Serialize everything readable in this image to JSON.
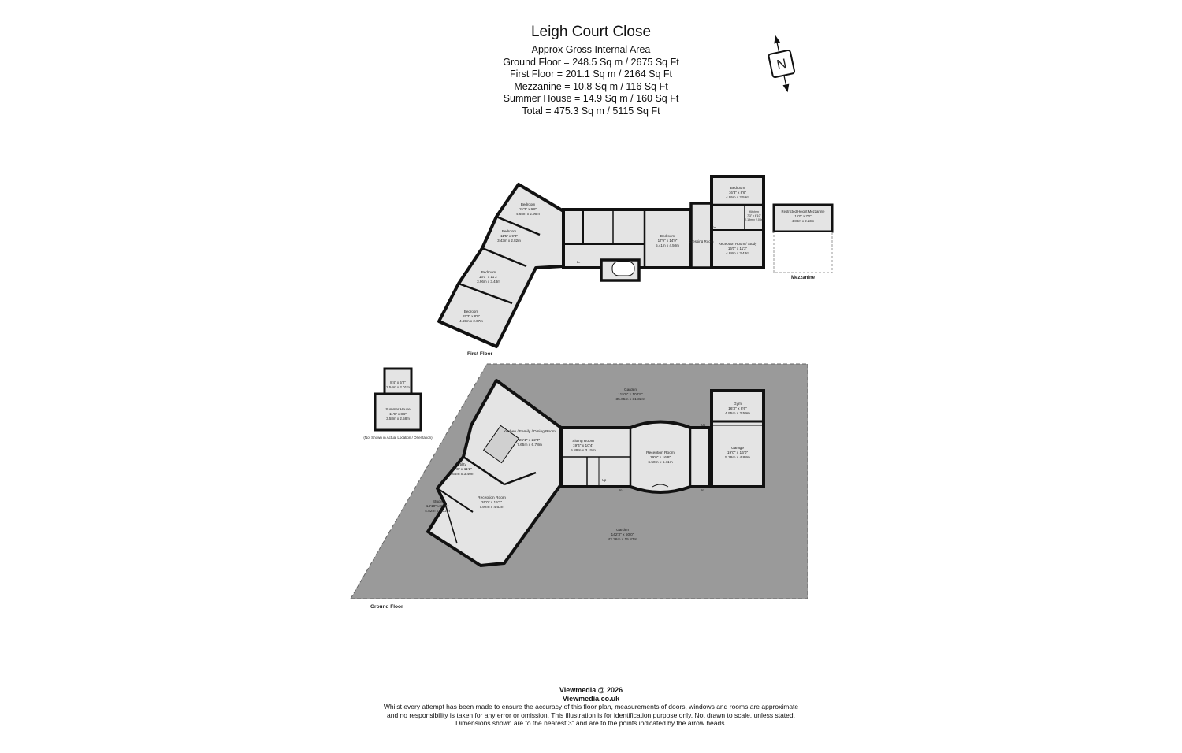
{
  "header": {
    "title": "Leigh Court Close",
    "area_heading": "Approx Gross Internal Area",
    "areas": [
      "Ground Floor = 248.5 Sq m / 2675 Sq Ft",
      "First Floor = 201.1 Sq m / 2164 Sq Ft",
      "Mezzanine  = 10.8 Sq m / 116 Sq Ft",
      "Summer House = 14.9 Sq m / 160 Sq Ft",
      "Total = 475.3 Sq m / 5115 Sq Ft"
    ]
  },
  "compass": {
    "letter": "N"
  },
  "first_floor": {
    "label": "First Floor",
    "rooms": [
      {
        "name": "Bedroom",
        "imperial": "15'3\" x 9'8\"",
        "metric": "4.65m x 2.96m"
      },
      {
        "name": "Bedroom",
        "imperial": "11'5\" x 9'3\"",
        "metric": "3.43m x 2.82m"
      },
      {
        "name": "Bedroom",
        "imperial": "13'0\" x 11'3\"",
        "metric": "3.96m x 3.43m"
      },
      {
        "name": "Bedroom",
        "imperial": "15'3\" x 8'9\"",
        "metric": "4.65m x 2.67m"
      },
      {
        "name": "Bedroom",
        "imperial": "17'9\" x 14'9\"",
        "metric": "5.41m x 4.50m"
      },
      {
        "name": "Dressing Room",
        "imperial": "",
        "metric": ""
      },
      {
        "name": "Bedroom",
        "imperial": "16'3\" x 8'6\"",
        "metric": "4.95m x 2.59m"
      },
      {
        "name": "Reception Room / Study",
        "imperial": "16'0\" x 11'3\"",
        "metric": "4.88m x 3.43m"
      }
    ],
    "small_labels": {
      "kitchen": "Kitchen",
      "kitchen_dims": "7'3\" x 6'10\"",
      "kitchen_metric": "2.19m x 2.08m",
      "door_1": "Dn",
      "door_2": "Dn"
    }
  },
  "mezzanine": {
    "label": "Mezzanine",
    "room": {
      "name": "Restricted Height Mezzanine",
      "imperial": "16'0\" x 7'0\"",
      "metric": "4.88m x 2.13m"
    }
  },
  "summer_house": {
    "note": "(Not Shown in Actual Location / Orientation)",
    "rooms": [
      {
        "name": "",
        "imperial": "8'4\" x 5'2\"",
        "metric": "2.54m x 2.01m"
      },
      {
        "name": "Summer House",
        "imperial": "11'9\" x 8'6\"",
        "metric": "3.58m x 2.58m"
      }
    ]
  },
  "ground_floor": {
    "label": "Ground Floor",
    "gardens": [
      {
        "name": "Garden",
        "imperial": "115'0\" x 102'9\"",
        "metric": "35.05m x 31.32m"
      },
      {
        "name": "Garden",
        "imperial": "142'3\" x 50'0\"",
        "metric": "43.36m x 15.87m"
      }
    ],
    "rooms": [
      {
        "name": "Kitchen / Family / Dining Room",
        "imperial": "25'1\" x 22'3\"",
        "metric": "7.65m x 6.78m"
      },
      {
        "name": "Sitting Room",
        "imperial": "19'4\" x 10'4\"",
        "metric": "5.89m x 3.15m"
      },
      {
        "name": "Reception Room",
        "imperial": "19'0\" x 16'9\"",
        "metric": "6.50m x 5.11m"
      },
      {
        "name": "Gym",
        "imperial": "16'3\" x 8'6\"",
        "metric": "4.95m x 2.59m"
      },
      {
        "name": "Garage",
        "imperial": "19'0\" x 16'0\"",
        "metric": "5.79m x 4.88m"
      },
      {
        "name": "Utility",
        "imperial": "12'0\" x 11'2\"",
        "metric": "3.66m x 3.40m"
      },
      {
        "name": "Reception Room",
        "imperial": "26'0\" x 15'2\"",
        "metric": "7.92m x 4.62m"
      },
      {
        "name": "Study",
        "imperial": "14'10\" x 9'11\"",
        "metric": "4.52m x 3.02m"
      }
    ],
    "small_labels": {
      "up_1": "Up",
      "up_2": "Up",
      "in_1": "In",
      "in_2": "In"
    }
  },
  "footer": {
    "copyright": "Viewmedia @ 2026",
    "website": "Viewmedia.co.uk",
    "disclaimer": [
      "Whilst every attempt has been made to ensure the accuracy of this floor plan, measurements of doors, windows and rooms are approximate",
      "and no responsibility is taken for any error or omission. This illustration is for identification purpose only.  Not drawn to scale, unless stated.",
      "Dimensions shown are to the nearest 3\" and are to the points indicated by the arrow heads."
    ]
  },
  "colors": {
    "wall": "#111111",
    "room": "#e5e5e5",
    "garden": "#9a9a9a",
    "background": "#ffffff"
  }
}
